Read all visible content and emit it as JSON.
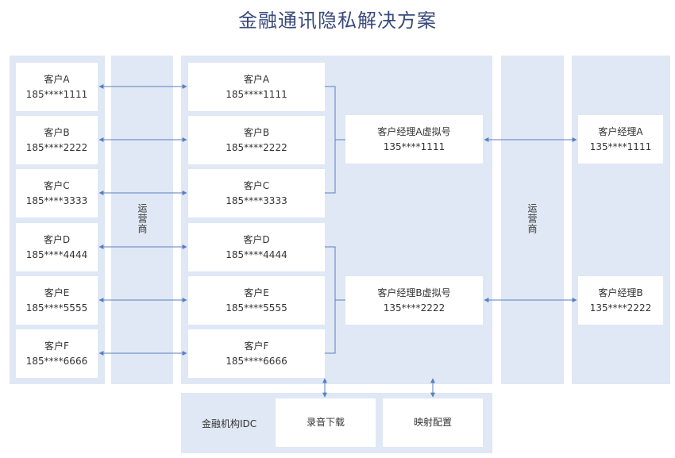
{
  "title": "金融通讯隐私解决方案",
  "customers": [
    {
      "name": "客户A",
      "phone": "185****1111"
    },
    {
      "name": "客户B",
      "phone": "185****2222"
    },
    {
      "name": "客户C",
      "phone": "185****3333"
    },
    {
      "name": "客户D",
      "phone": "185****4444"
    },
    {
      "name": "客户E",
      "phone": "185****5555"
    },
    {
      "name": "客户F",
      "phone": "185****6666"
    }
  ],
  "carrier_label": "运营商",
  "virtual_numbers": [
    {
      "name": "客户经理A虚拟号",
      "phone": "135****1111"
    },
    {
      "name": "客户经理B虚拟号",
      "phone": "135****2222"
    }
  ],
  "managers": [
    {
      "name": "客户经理A",
      "phone": "135****1111"
    },
    {
      "name": "客户经理B",
      "phone": "135****2222"
    }
  ],
  "idc": {
    "label": "金融机构IDC",
    "recording": "录音下载",
    "mapping": "映射配置"
  },
  "colors": {
    "panel": "#dfe8f4",
    "box": "#ffffff",
    "line": "#5b7ec0",
    "title": "#3a4a7c"
  }
}
